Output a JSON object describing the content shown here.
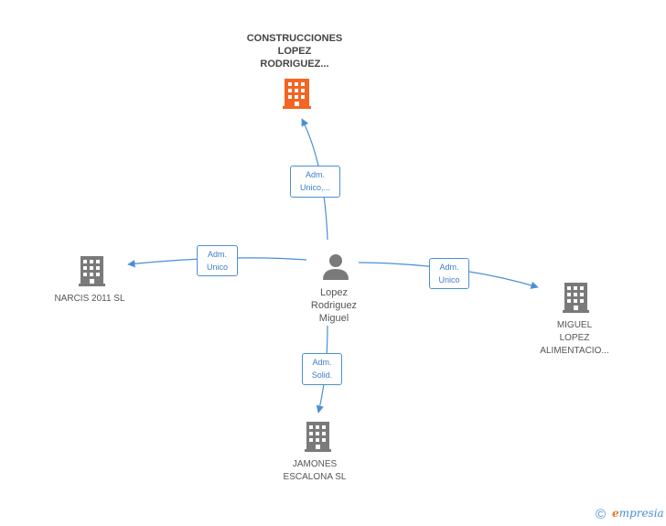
{
  "colors": {
    "edge": "#4a8fd6",
    "main_company": "#f26522",
    "company": "#7a7a7a",
    "person": "#7a7a7a"
  },
  "center_person": {
    "icon": "person-icon",
    "name_lines": [
      "Lopez",
      "Rodriguez",
      "Miguel"
    ]
  },
  "companies": {
    "main": {
      "icon": "building-icon",
      "name_lines": [
        "CONSTRUCCIONES",
        "LOPEZ",
        "RODRIGUEZ..."
      ]
    },
    "narcis": {
      "icon": "building-icon",
      "name_lines": [
        "NARCIS 2011 SL"
      ]
    },
    "miguel": {
      "icon": "building-icon",
      "name_lines": [
        "MIGUEL",
        "LOPEZ",
        "ALIMENTACIO..."
      ]
    },
    "jamones": {
      "icon": "building-icon",
      "name_lines": [
        "JAMONES",
        "ESCALONA SL"
      ]
    }
  },
  "relations": {
    "to_main": [
      "Adm.",
      "Unico,..."
    ],
    "to_narcis": [
      "Adm.",
      "Unico"
    ],
    "to_miguel": [
      "Adm.",
      "Unico"
    ],
    "to_jamones": [
      "Adm.",
      "Solid."
    ]
  },
  "footer": {
    "copyright_symbol": "©",
    "brand_initial": "e",
    "brand_rest": "mpresia"
  }
}
